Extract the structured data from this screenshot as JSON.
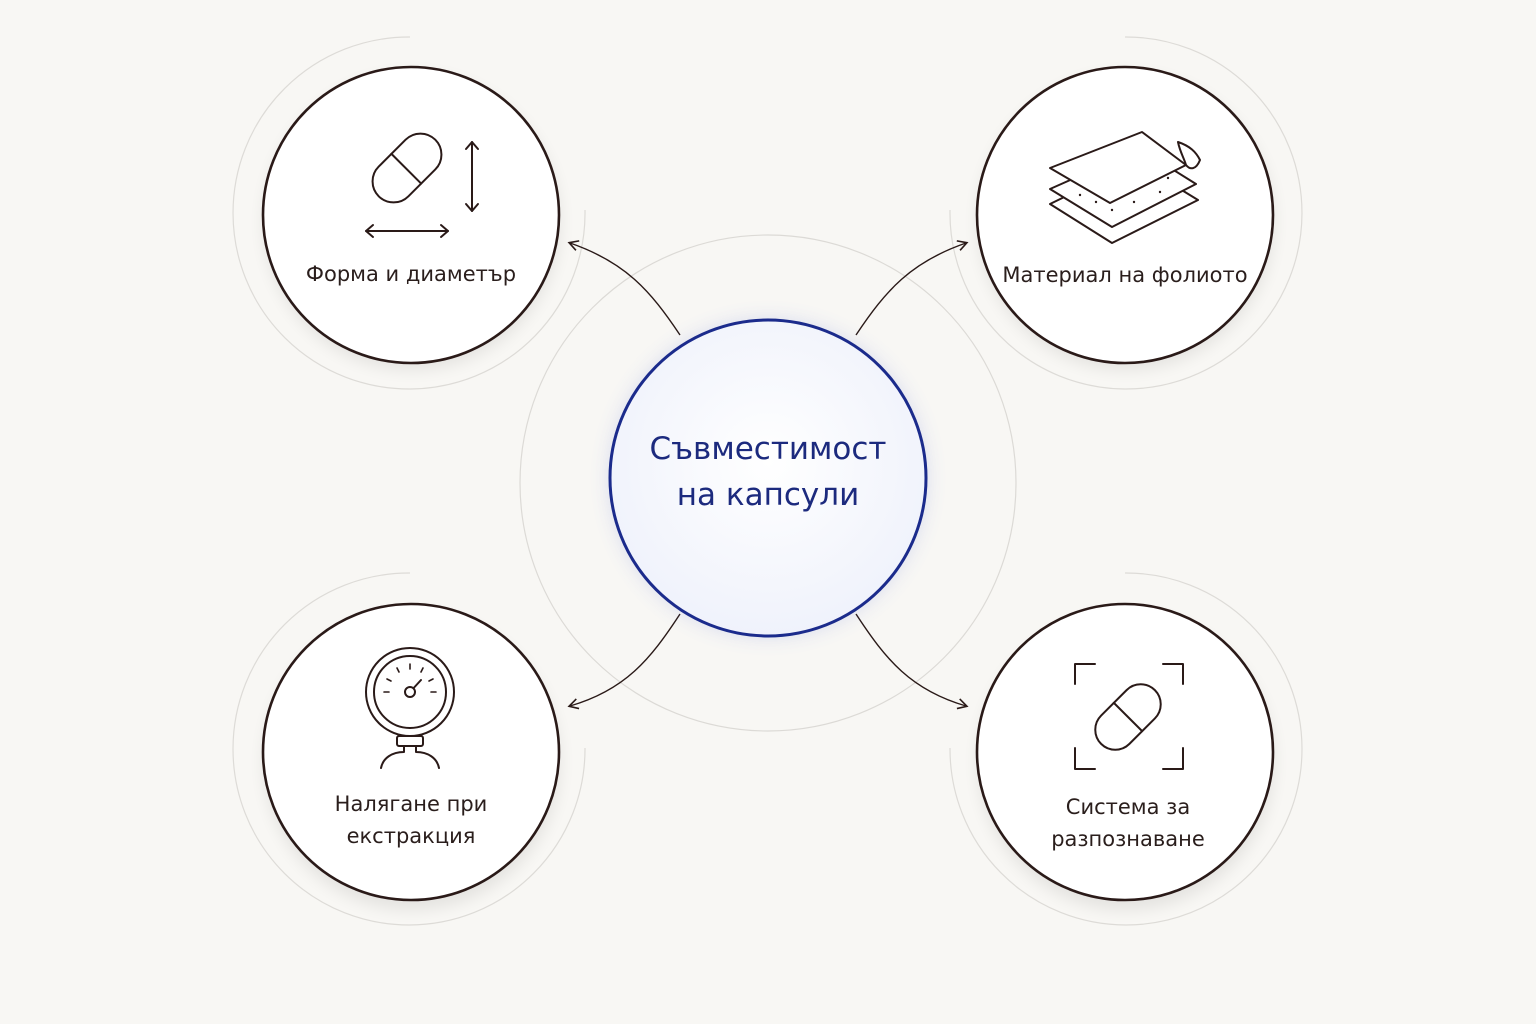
{
  "diagram": {
    "center": {
      "label_line1": "Съвместимост",
      "label_line2": "на капсули"
    },
    "nodes": [
      {
        "id": "shape",
        "label_line1": "Форма и диаметър",
        "icon": "capsule-dimensions-icon"
      },
      {
        "id": "foil",
        "label_line1": "Материал на фолиото",
        "icon": "foil-layers-icon"
      },
      {
        "id": "pressure",
        "label_line1": "Налягане при",
        "label_line2": "екстракция",
        "icon": "pressure-gauge-icon"
      },
      {
        "id": "recognition",
        "label_line1": "Система за",
        "label_line2": "разпознаване",
        "icon": "capsule-scan-icon"
      }
    ]
  },
  "colors": {
    "background": "#f8f7f4",
    "node_stroke": "#2a1a18",
    "center_stroke": "#1b2b8c",
    "center_text": "#1c2a7e",
    "node_text": "#2a1e1c",
    "halo": "#d8d6d2"
  }
}
